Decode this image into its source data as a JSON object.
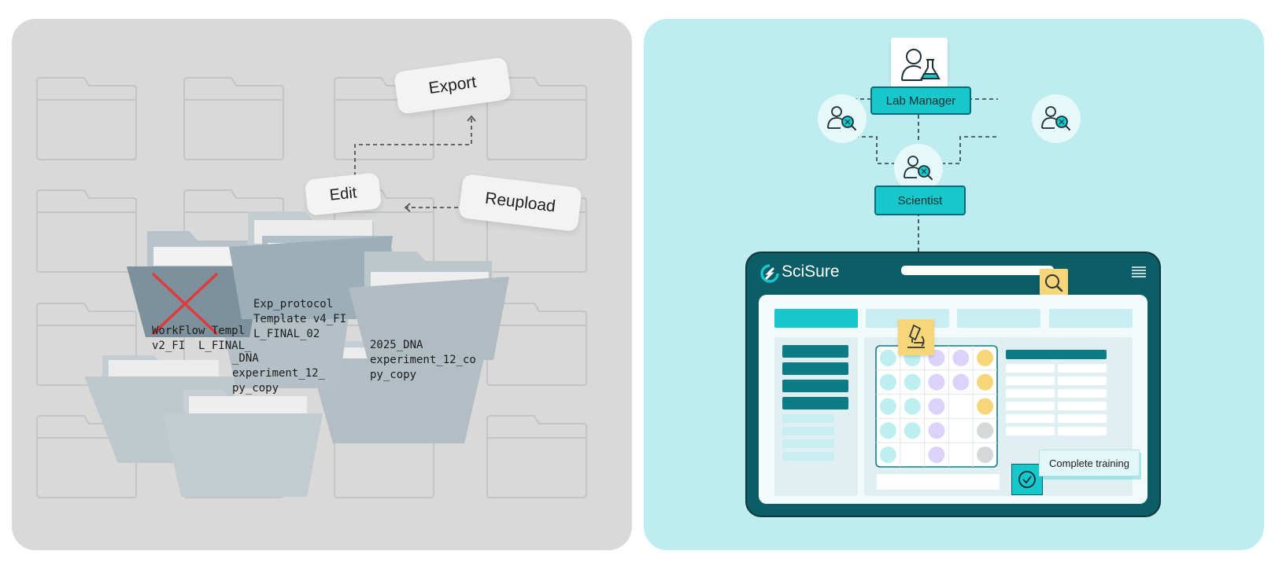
{
  "left": {
    "actions": {
      "export": "Export",
      "edit": "Edit",
      "reupload": "Reupload"
    },
    "files": {
      "workflow": [
        "WorkFlow Templ",
        "v2_FI  L_FINAL_"
      ],
      "exp_protocol": [
        "Exp_protocol",
        "Template v4_FI",
        "L_FINAL_02"
      ],
      "dna_back": [
        "_DNA",
        "experiment_12_",
        "py_copy"
      ],
      "dna_front": [
        "2025_DNA",
        "experiment_12_co",
        "py_copy"
      ]
    },
    "rejected_mark": "red-x-icon"
  },
  "right": {
    "roles": {
      "manager": "Lab Manager",
      "scientist": "Scientist"
    },
    "app": {
      "brand": "SciSure",
      "toast": "Complete training"
    },
    "colors": {
      "teal": "#16c8cc",
      "dark_teal": "#0b5d66",
      "panel_bg": "#bdedf0",
      "highlight": "#f7d67a",
      "lavender": "#dcd3fb",
      "red_x": "#e0393e"
    },
    "plate": {
      "rows": [
        [
          "teal",
          "teal",
          "lavender",
          "lavender",
          "yellow"
        ],
        [
          "teal",
          "teal",
          "lavender",
          "lavender",
          "yellow"
        ],
        [
          "teal",
          "teal",
          "lavender",
          "empty",
          "yellow"
        ],
        [
          "teal",
          "teal",
          "lavender",
          "empty",
          "gray"
        ],
        [
          "teal",
          "empty",
          "lavender",
          "empty",
          "gray"
        ]
      ]
    },
    "icons": [
      "lab-manager-icon",
      "scientist-search-icon",
      "microscope-icon",
      "search-icon",
      "menu-icon",
      "check-icon",
      "scisure-logo-icon"
    ]
  }
}
